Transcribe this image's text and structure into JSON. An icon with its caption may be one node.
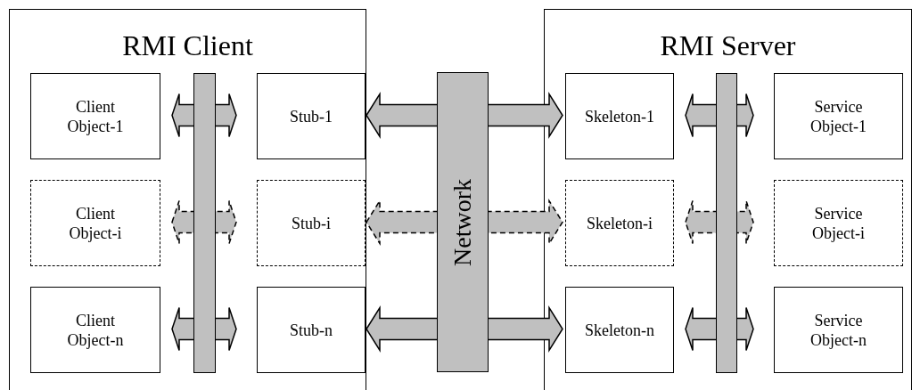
{
  "diagram": {
    "nodes": [
      {
        "text": [
          "RMI Client"
        ]
      },
      {
        "text": [
          "Client Object-1"
        ],
        "in": 0
      },
      {
        "text": [
          "Stub-1"
        ],
        "in": 0
      },
      {
        "text": [
          "Client Object-i"
        ],
        "in": 0
      },
      {
        "text": [
          "Stub-i"
        ],
        "in": 0
      },
      {
        "text": [
          "Client Object-n"
        ],
        "in": 0
      },
      {
        "text": [
          "Stub-n"
        ],
        "in": 0
      },
      {
        "text": [],
        "shape": "bar",
        "in": 0
      },
      {
        "text": [
          "Network"
        ]
      },
      {
        "text": [
          "RMI Server"
        ]
      },
      {
        "text": [
          "Skeleton-1"
        ],
        "in": 9
      },
      {
        "text": [
          "Service Object-1"
        ],
        "in": 9
      },
      {
        "text": [
          "Skeleton-i"
        ],
        "in": 9
      },
      {
        "text": [
          "Service Object-i"
        ],
        "in": 9
      },
      {
        "text": [
          "Skeleton-n"
        ],
        "in": 9
      },
      {
        "text": [
          "Service Object-n"
        ],
        "in": 9
      },
      {
        "text": [],
        "shape": "bar",
        "in": 9
      }
    ],
    "edges": [
      {
        "from": 1,
        "to": 2,
        "arrow": "both"
      },
      {
        "from": 3,
        "to": 4,
        "arrow": "both",
        "style": "dashed"
      },
      {
        "from": 5,
        "to": 6,
        "arrow": "both"
      },
      {
        "from": 2,
        "to": 10,
        "arrow": "both"
      },
      {
        "from": 4,
        "to": 12,
        "arrow": "both",
        "style": "dashed"
      },
      {
        "from": 6,
        "to": 14,
        "arrow": "both"
      },
      {
        "from": 10,
        "to": 11,
        "arrow": "both"
      },
      {
        "from": 12,
        "to": 13,
        "arrow": "both",
        "style": "dashed"
      },
      {
        "from": 14,
        "to": 15,
        "arrow": "both"
      }
    ]
  }
}
